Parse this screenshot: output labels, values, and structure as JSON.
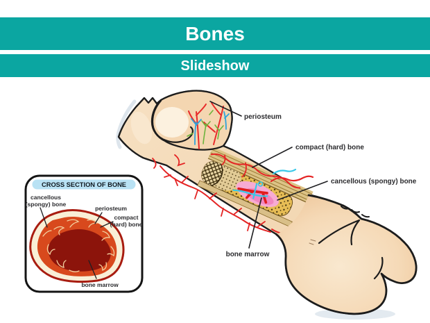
{
  "header": {
    "title": "Bones",
    "subtitle": "Slideshow"
  },
  "colors": {
    "teal": "#0ba6a1",
    "banner_blue": "#b9e2f4",
    "bone_cream": "#f5dab9",
    "spongy_yellow": "#e7bd55",
    "marrow_pink": "#f7abd3",
    "ring_orange": "#d8491d",
    "marrow_dark_red": "#8c140b",
    "vessel_red": "#e52525",
    "vessel_cyan": "#38c8e8",
    "vessel_green": "#6db33c",
    "vessel_blue": "#2ea3dc"
  },
  "diagram": {
    "labels": {
      "periosteum": "periosteum",
      "compact": "compact (hard) bone",
      "cancellous": "cancellous (spongy) bone",
      "marrow": "bone marrow"
    }
  },
  "inset": {
    "title": "CROSS SECTION OF BONE",
    "labels": {
      "cancellous_line1": "cancellous",
      "cancellous_line2": "(spongy) bone",
      "periosteum": "periosteum",
      "compact_line1": "compact",
      "compact_line2": "(hard) bone",
      "marrow": "bone marrow"
    }
  }
}
